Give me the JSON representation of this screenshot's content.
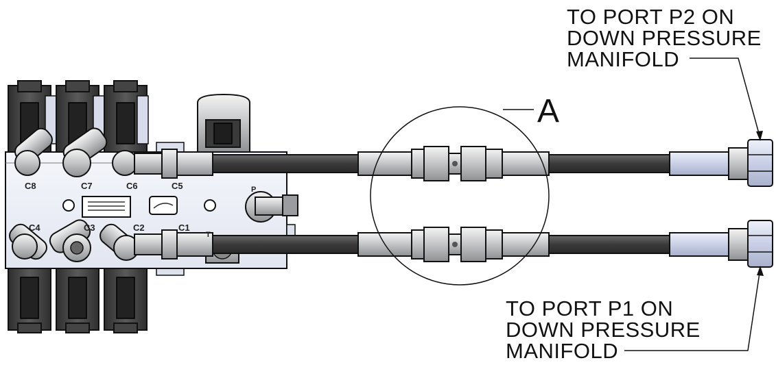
{
  "callouts": {
    "top": {
      "line1": "TO PORT P2 ON",
      "line2": "DOWN PRESSURE",
      "line3": "MANIFOLD"
    },
    "bottom": {
      "line1": "TO PORT P1 ON",
      "line2": "DOWN PRESSURE",
      "line3": "MANIFOLD"
    }
  },
  "detail": {
    "letter": "A"
  },
  "ports": {
    "c8": "C8",
    "c7": "C7",
    "c6": "C6",
    "c5": "C5",
    "c4": "C4",
    "c3": "C3",
    "c2": "C2",
    "c1": "C1",
    "p": "P",
    "t": "T"
  },
  "colors": {
    "line": "#111111",
    "block": "#eef1f7",
    "hose": "#3f3f3f",
    "steel": "#c7c9cc",
    "sleeve": "#cfd6ea",
    "coil": "#3a3a3a"
  }
}
